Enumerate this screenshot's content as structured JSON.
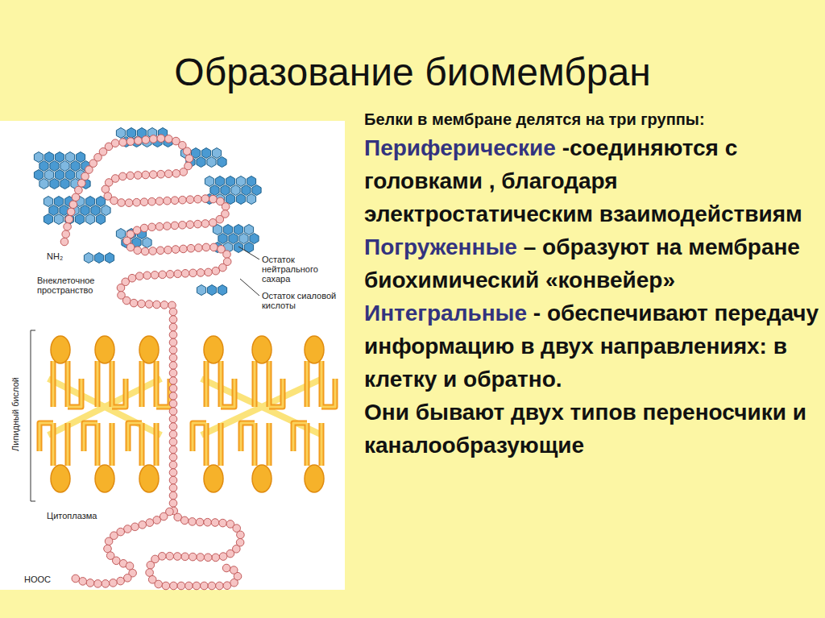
{
  "diagram": {
    "title": "Образование биомембран",
    "labels": [
      "NH₂",
      "Внеклеточное пространство",
      "Остаток нейтрального сахара",
      "Остаток сиаловой кислоты",
      "Липидный бислой",
      "Цитоплазма",
      "HOOC",
      "Белки в мембране делятся на три группы:",
      "Периферические",
      "-соединяются с головками , благодаря электростатическим взаимодействиям",
      "Погруженные",
      "– образуют на мембране биохимический «конвейер»",
      "Интегральные",
      "- обеспечивают передачу информацию в двух направлениях: в клетку и обратно.",
      "Они бывают двух типов переносчики и каналообразующие"
    ]
  }
}
